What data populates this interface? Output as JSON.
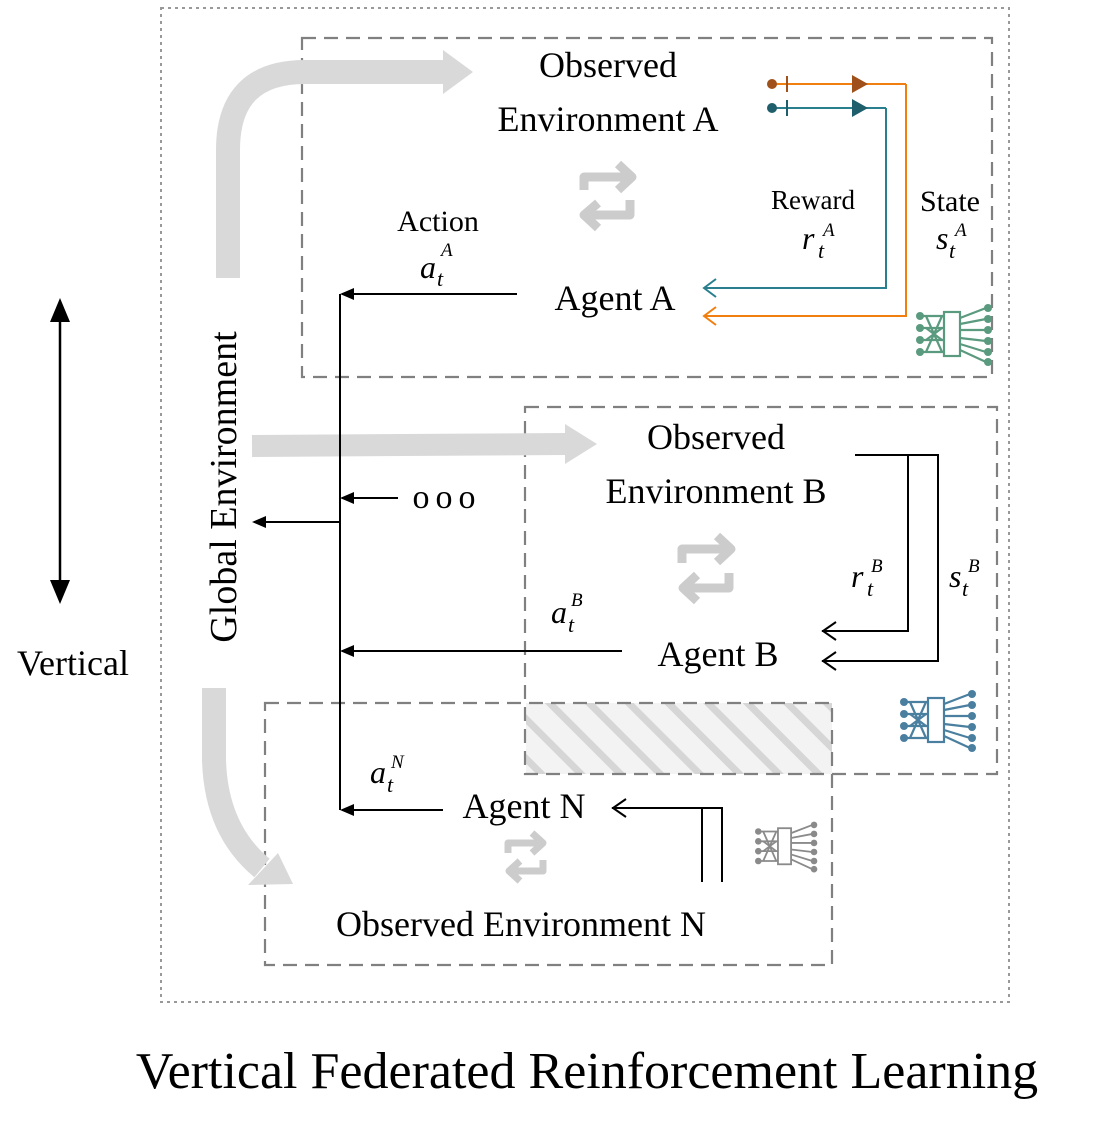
{
  "title": "Vertical Federated Reinforcement Learning",
  "vertical_axis_label": "Vertical",
  "global_environment_label": "Global Environment",
  "ellipsis": "ooo",
  "panel_a": {
    "env_line1": "Observed",
    "env_line2": "Environment A",
    "agent": "Agent A",
    "action_word": "Action",
    "reward_word": "Reward",
    "state_word": "State",
    "action_sym": "a",
    "reward_sym": "r",
    "state_sym": "s",
    "sub": "t",
    "sup": "A"
  },
  "panel_b": {
    "env_line1": "Observed",
    "env_line2": "Environment B",
    "agent": "Agent B",
    "action_sym": "a",
    "reward_sym": "r",
    "state_sym": "s",
    "sub": "t",
    "sup": "B"
  },
  "panel_n": {
    "env_label": "Observed Environment N",
    "agent": "Agent N",
    "action_sym": "a",
    "sub": "t",
    "sup": "N"
  },
  "colors": {
    "reward_line": "#2a7f8f",
    "state_line": "#f07f0f",
    "reward_dot": "#1f5f6b",
    "state_dot": "#a0501a",
    "gray_arrow": "#d9d9d9",
    "dashed_box": "#808080",
    "net_green": "#5a9a7f",
    "net_blue": "#4a7f9f",
    "net_gray": "#8a8a8a"
  }
}
